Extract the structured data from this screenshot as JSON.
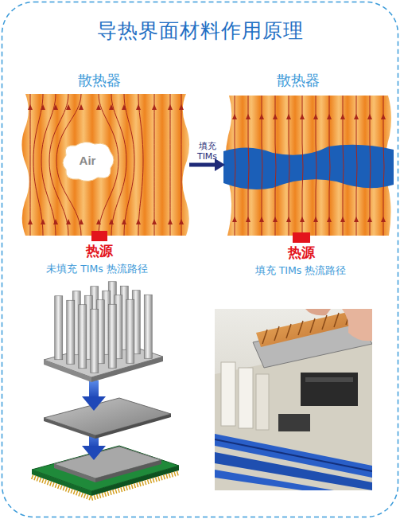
{
  "diagram": {
    "title": "导热界面材料作用原理",
    "nodes": [
      {
        "text": [
          "散热器"
        ]
      },
      {
        "text": [
          "Air"
        ],
        "in": 0
      },
      {
        "text": [
          "热源"
        ],
        "in": 0
      },
      {
        "text": [
          "散热器"
        ]
      },
      {
        "text": [
          "热源"
        ],
        "in": 3
      }
    ],
    "edges": [
      {
        "from": 0,
        "to": 3,
        "label": "填充 TIMs",
        "arrow": "to"
      }
    ],
    "labels": [
      "未填充 TIMs 热流路径",
      "填充 TIMs 热流路径"
    ]
  }
}
